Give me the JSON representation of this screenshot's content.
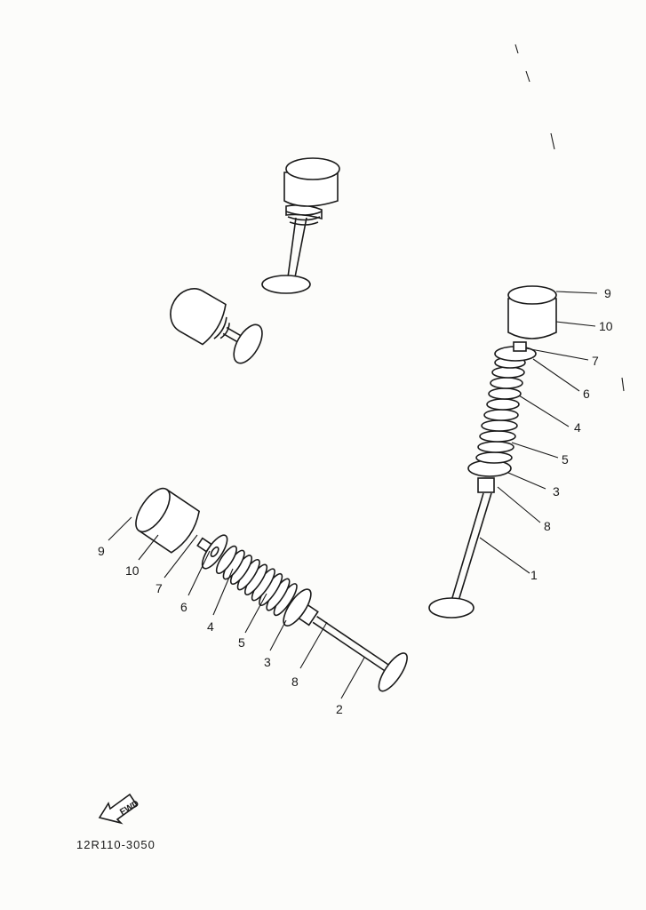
{
  "diagram": {
    "part_number": "12R110-3050",
    "direction_arrow": "FWD",
    "right_assembly_labels": {
      "pad": "9",
      "lifter": "10",
      "cotter": "7",
      "retainer": "6",
      "spring_outer": "4",
      "spring_inner": "5",
      "seat": "3",
      "seal": "8",
      "valve": "1"
    },
    "left_assembly_labels": {
      "pad": "9",
      "lifter": "10",
      "cotter": "7",
      "retainer": "6",
      "spring_outer": "4",
      "spring_inner": "5",
      "seat": "3",
      "seal": "8",
      "valve": "2"
    }
  }
}
